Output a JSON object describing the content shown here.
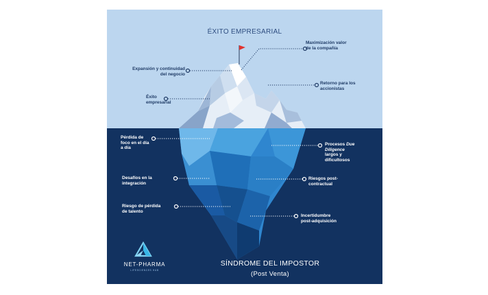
{
  "top_title": "ÉXITO EMPRESARIAL",
  "bottom_title": "SÍNDROME DEL IMPOSTOR",
  "bottom_subtitle": "(Post Venta)",
  "brand": {
    "name": "NET-PHARMA",
    "tagline": "LIFESCIENCES HUB"
  },
  "above_water": {
    "maximizacion": "Maximización valor\nde la compañía",
    "expansion": "Expansión y continuidad\ndel negocio",
    "retorno": "Retorno para los\naccionistas",
    "exito": "Éxito\nempresarial"
  },
  "below_water": {
    "perdida_foco": "Pérdida de\nfoco en el día\na día",
    "procesos_prefix": "Procesos ",
    "procesos_italic": "Due\nDiligence",
    "procesos_suffix": "\nlargos y\ndificultosos",
    "desafios": "Desafíos en la\nintegración",
    "riesgos_post": "Riesgos post-\ncontractual",
    "riesgo_talento": "Riesgo de pérdida\nde talento",
    "incertidumbre": "Incertidumbre\npost-adquisición"
  },
  "colors": {
    "sky": "#bcd6ef",
    "sea": "#123260",
    "label_dark": "#1f3b66",
    "label_light": "#ffffff",
    "flag": "#e0332f"
  }
}
